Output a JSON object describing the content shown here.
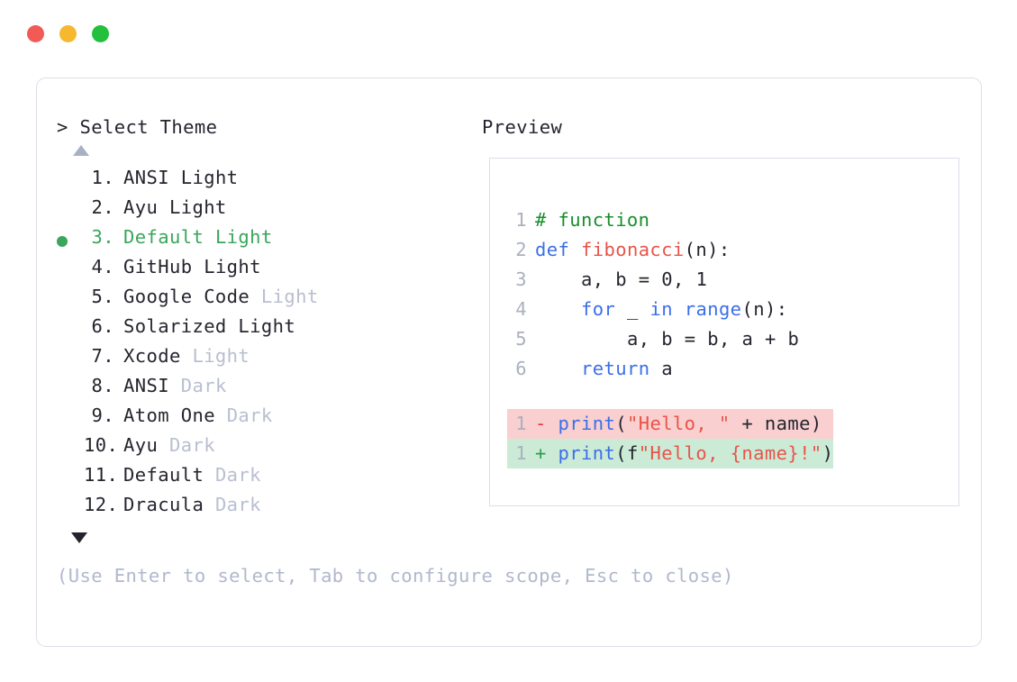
{
  "window": {
    "traffic_lights": [
      {
        "name": "close",
        "color": "#f25a55"
      },
      {
        "name": "minimize",
        "color": "#f5b82e"
      },
      {
        "name": "maximize",
        "color": "#22c03c"
      }
    ]
  },
  "colors": {
    "card_border": "#dcdfe8",
    "text": "#24252e",
    "muted": "#b8bfd0",
    "hint": "#b0b8cc",
    "selected": "#3ba55c",
    "arrow_up": "#a8b0c4",
    "arrow_down": "#23242e",
    "diff_del_bg": "#f9cfcf",
    "diff_add_bg": "#cbebd7",
    "comment": "#178f2c",
    "keyword": "#3b6fe8",
    "function": "#e8544a",
    "string": "#e8544a",
    "line_number": "#aab0bd"
  },
  "prompt": {
    "marker": ">",
    "title": "Select Theme",
    "full": "> Select Theme"
  },
  "preview": {
    "label": "Preview"
  },
  "scroll": {
    "up_icon": "triangle-up-icon",
    "down_icon": "triangle-down-icon"
  },
  "themes": {
    "selected_index": 3,
    "items": [
      {
        "index": "1.",
        "name": "ANSI",
        "variant": "Light",
        "selected": false,
        "dim_variant": false
      },
      {
        "index": "2.",
        "name": "Ayu",
        "variant": "Light",
        "selected": false,
        "dim_variant": false
      },
      {
        "index": "3.",
        "name": "Default",
        "variant": "Light",
        "selected": true,
        "dim_variant": false
      },
      {
        "index": "4.",
        "name": "GitHub",
        "variant": "Light",
        "selected": false,
        "dim_variant": false
      },
      {
        "index": "5.",
        "name": "Google Code",
        "variant": "Light",
        "selected": false,
        "dim_variant": true
      },
      {
        "index": "6.",
        "name": "Solarized",
        "variant": "Light",
        "selected": false,
        "dim_variant": false
      },
      {
        "index": "7.",
        "name": "Xcode",
        "variant": "Light",
        "selected": false,
        "dim_variant": true
      },
      {
        "index": "8.",
        "name": "ANSI",
        "variant": "Dark",
        "selected": false,
        "dim_variant": true
      },
      {
        "index": "9.",
        "name": "Atom One",
        "variant": "Dark",
        "selected": false,
        "dim_variant": true
      },
      {
        "index": "10.",
        "name": "Ayu",
        "variant": "Dark",
        "selected": false,
        "dim_variant": true
      },
      {
        "index": "11.",
        "name": "Default",
        "variant": "Dark",
        "selected": false,
        "dim_variant": true
      },
      {
        "index": "12.",
        "name": "Dracula",
        "variant": "Dark",
        "selected": false,
        "dim_variant": true
      }
    ]
  },
  "code": {
    "lines": [
      {
        "n": "1",
        "text": "# function"
      },
      {
        "n": "2",
        "text": "def fibonacci(n):"
      },
      {
        "n": "3",
        "text": "    a, b = 0, 1"
      },
      {
        "n": "4",
        "text": "    for _ in range(n):"
      },
      {
        "n": "5",
        "text": "        a, b = b, a + b"
      },
      {
        "n": "6",
        "text": "    return a"
      }
    ],
    "diff": [
      {
        "n": "1",
        "sign": "-",
        "text": "print(\"Hello, \" + name)"
      },
      {
        "n": "1",
        "sign": "+",
        "text": "print(f\"Hello, {name}!\")"
      }
    ]
  },
  "hint": "(Use Enter to select, Tab to configure scope, Esc to close)"
}
